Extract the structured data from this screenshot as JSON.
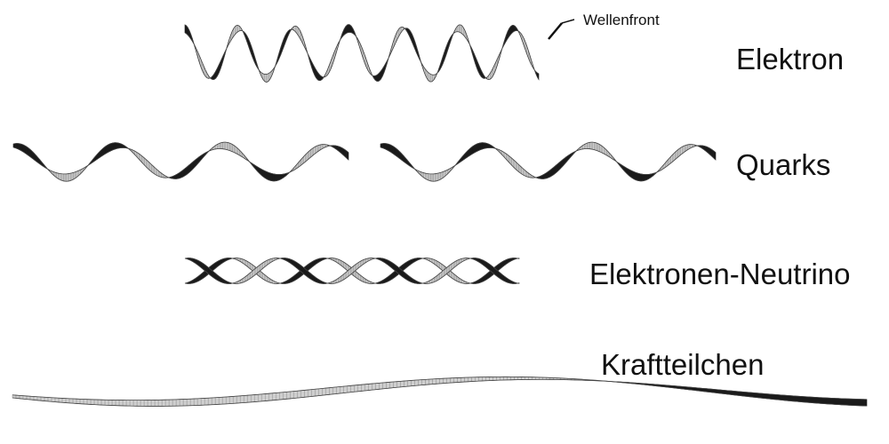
{
  "rows": [
    {
      "label": "Elektron"
    },
    {
      "label": "Quarks"
    },
    {
      "label": "Elektronen-Neutrino"
    },
    {
      "label": "Kraftteilchen"
    }
  ],
  "annotation": {
    "text": "Wellenfront"
  },
  "colors": {
    "dark_strand": "#1a1a1a",
    "light_strand": "#cfcfcf",
    "outline": "#444444"
  }
}
